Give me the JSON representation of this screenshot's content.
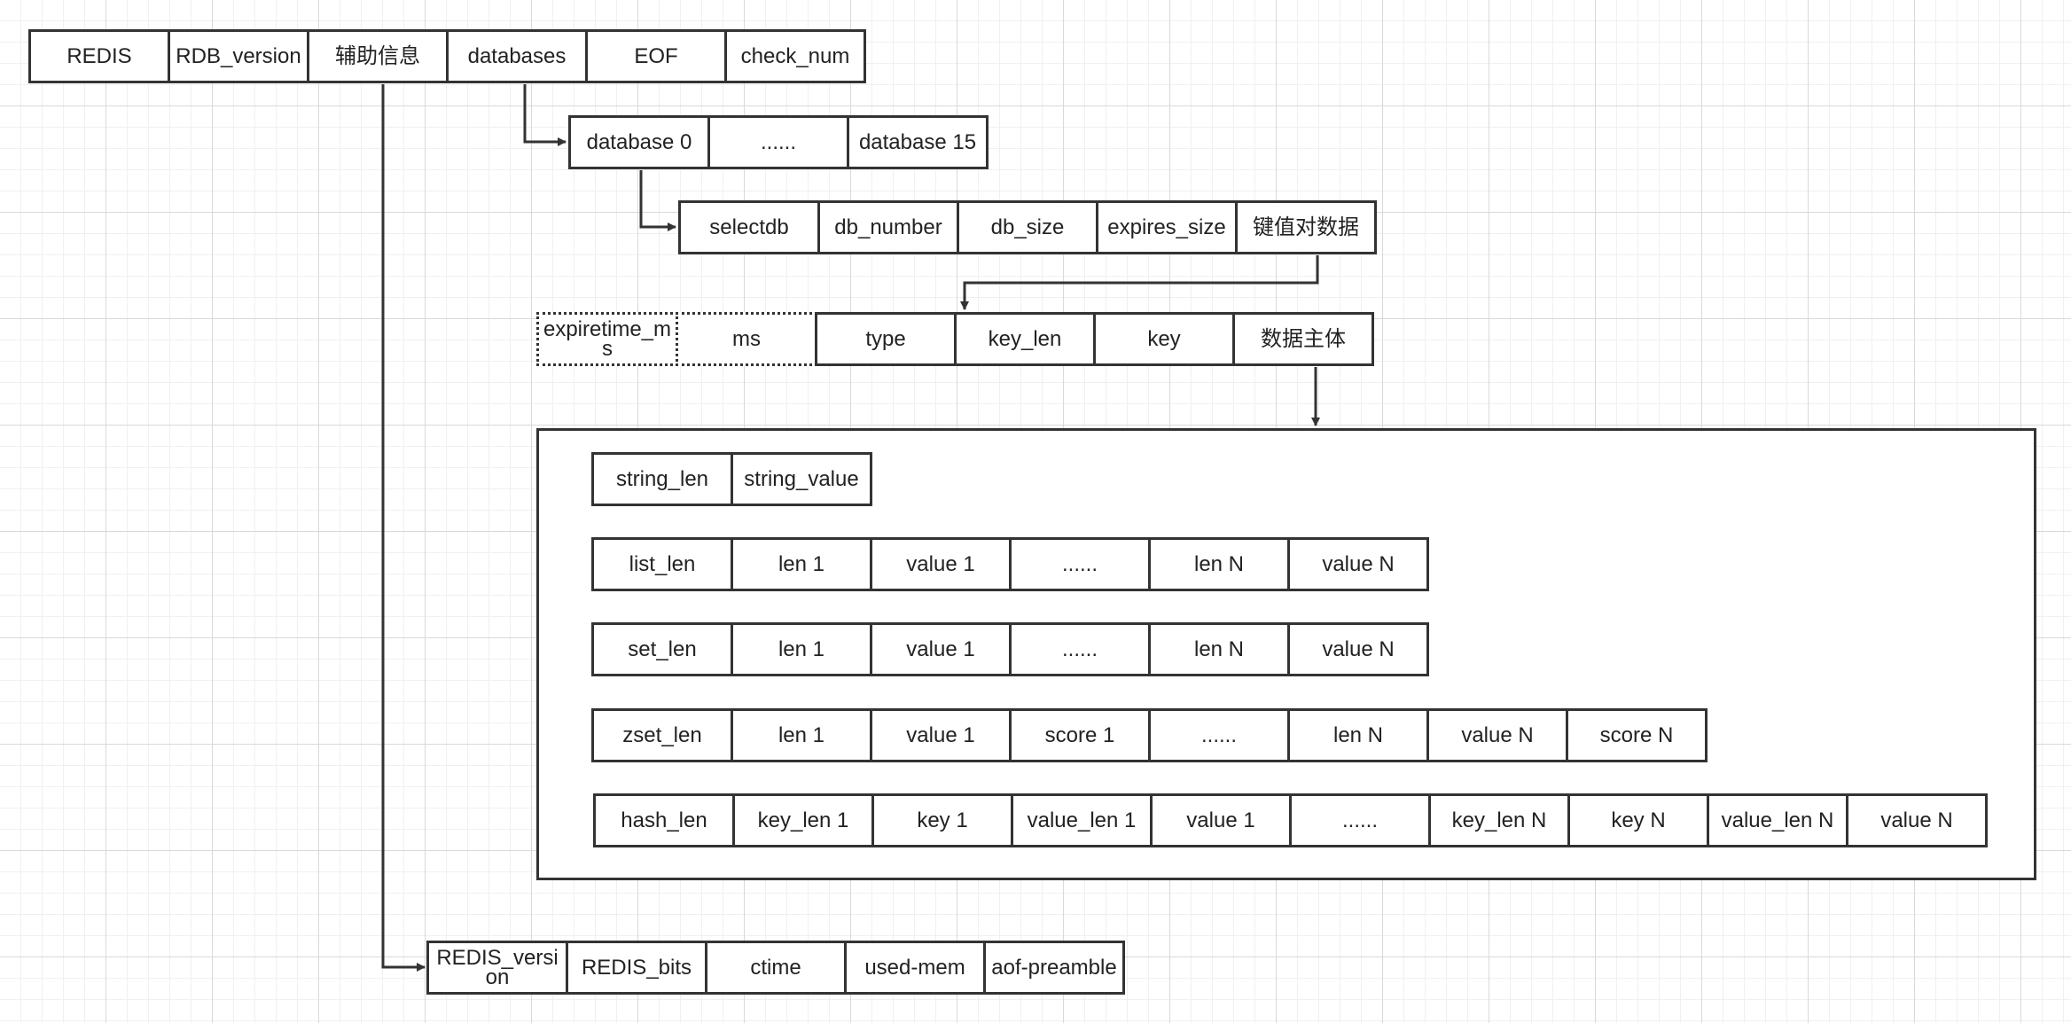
{
  "rdb": [
    "REDIS",
    "RDB_version",
    "辅助信息",
    "databases",
    "EOF",
    "check_num"
  ],
  "databases": [
    "database 0",
    "......",
    "database 15"
  ],
  "database_fields": [
    "selectdb",
    "db_number",
    "db_size",
    "expires_size",
    "键值对数据"
  ],
  "kv_fields": {
    "optional": [
      "expiretime_ms",
      "ms"
    ],
    "required": [
      "type",
      "key_len",
      "key",
      "数据主体"
    ]
  },
  "data_bodies": {
    "string": [
      "string_len",
      "string_value"
    ],
    "list": [
      "list_len",
      "len 1",
      "value 1",
      "......",
      "len N",
      "value N"
    ],
    "set": [
      "set_len",
      "len 1",
      "value 1",
      "......",
      "len N",
      "value N"
    ],
    "zset": [
      "zset_len",
      "len 1",
      "value 1",
      "score 1",
      "......",
      "len N",
      "value N",
      "score N"
    ],
    "hash": [
      "hash_len",
      "key_len 1",
      "key 1",
      "value_len 1",
      "value 1",
      "......",
      "key_len N",
      "key N",
      "value_len N",
      "value N"
    ]
  },
  "aux": [
    "REDIS_version",
    "REDIS_bits",
    "ctime",
    "used-mem",
    "aof-preamble"
  ],
  "colors": {
    "stroke": "#333333",
    "grid": "#d9d9d9",
    "background": "#ffffff"
  }
}
